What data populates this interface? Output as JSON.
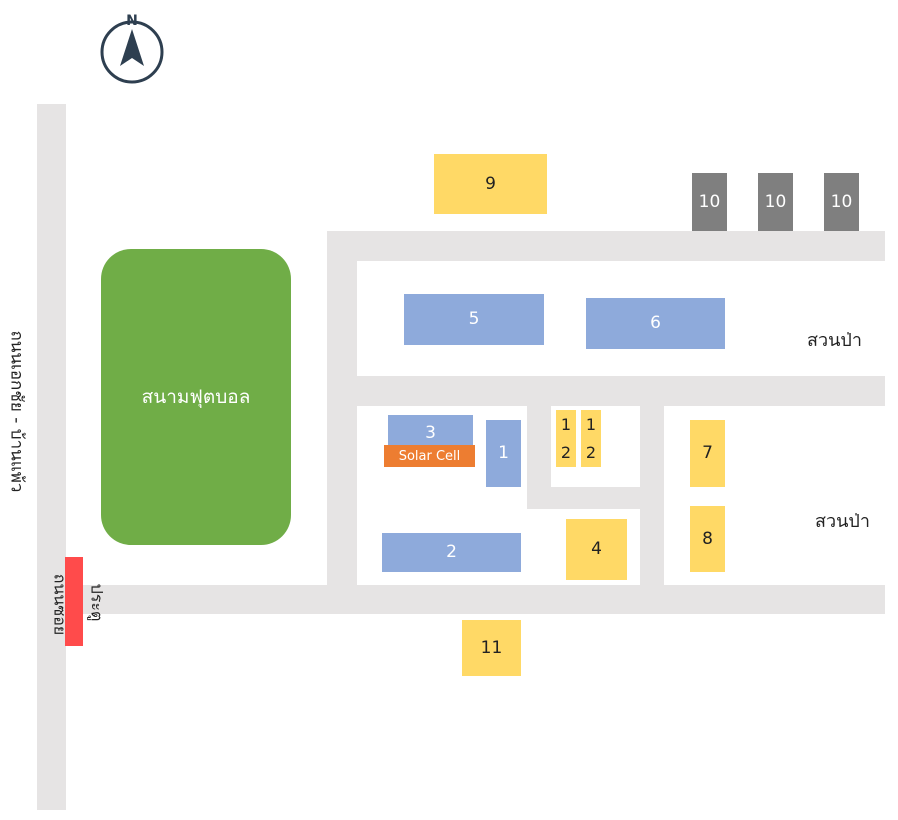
{
  "compass": {
    "label": "N",
    "icon": "north-compass-icon"
  },
  "roads": {
    "left_road_label": "ถนนเอกชัย - บ้านแพ้ว",
    "lane_label": "ถนนซอย"
  },
  "gate": {
    "label": "ประตู"
  },
  "field": {
    "label": "สนามฟุตบอล"
  },
  "forest": {
    "upper_label": "สวนป่า",
    "lower_label": "สวนป่า"
  },
  "buildings": {
    "b1": "1",
    "b2": "2",
    "b3": "3",
    "solar": "Solar Cell",
    "b4": "4",
    "b5": "5",
    "b6": "6",
    "b7": "7",
    "b8": "8",
    "b9": "9",
    "b10a": "10",
    "b10b": "10",
    "b10c": "10",
    "b11": "11",
    "b12a_top": "1",
    "b12a_bottom": "2",
    "b12b_top": "1",
    "b12b_bottom": "2"
  },
  "colors": {
    "road": "#e6e4e4",
    "building_blue": "#8eaadb",
    "building_yellow": "#ffd966",
    "building_gray": "#7f7f7f",
    "solar_orange": "#ed7d31",
    "field_green": "#70ad47",
    "gate_red": "#ff4b4b",
    "compass": "#2e3f50"
  }
}
